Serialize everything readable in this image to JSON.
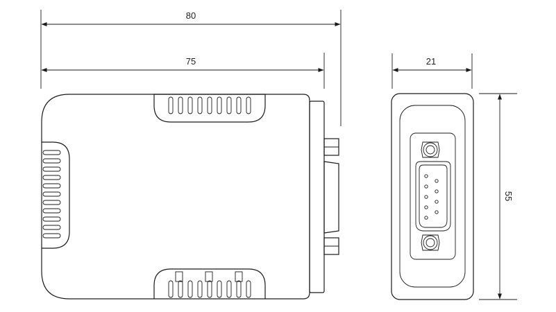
{
  "dimensions": {
    "overall_length": "80",
    "body_length": "75",
    "width": "21",
    "height": "55"
  }
}
